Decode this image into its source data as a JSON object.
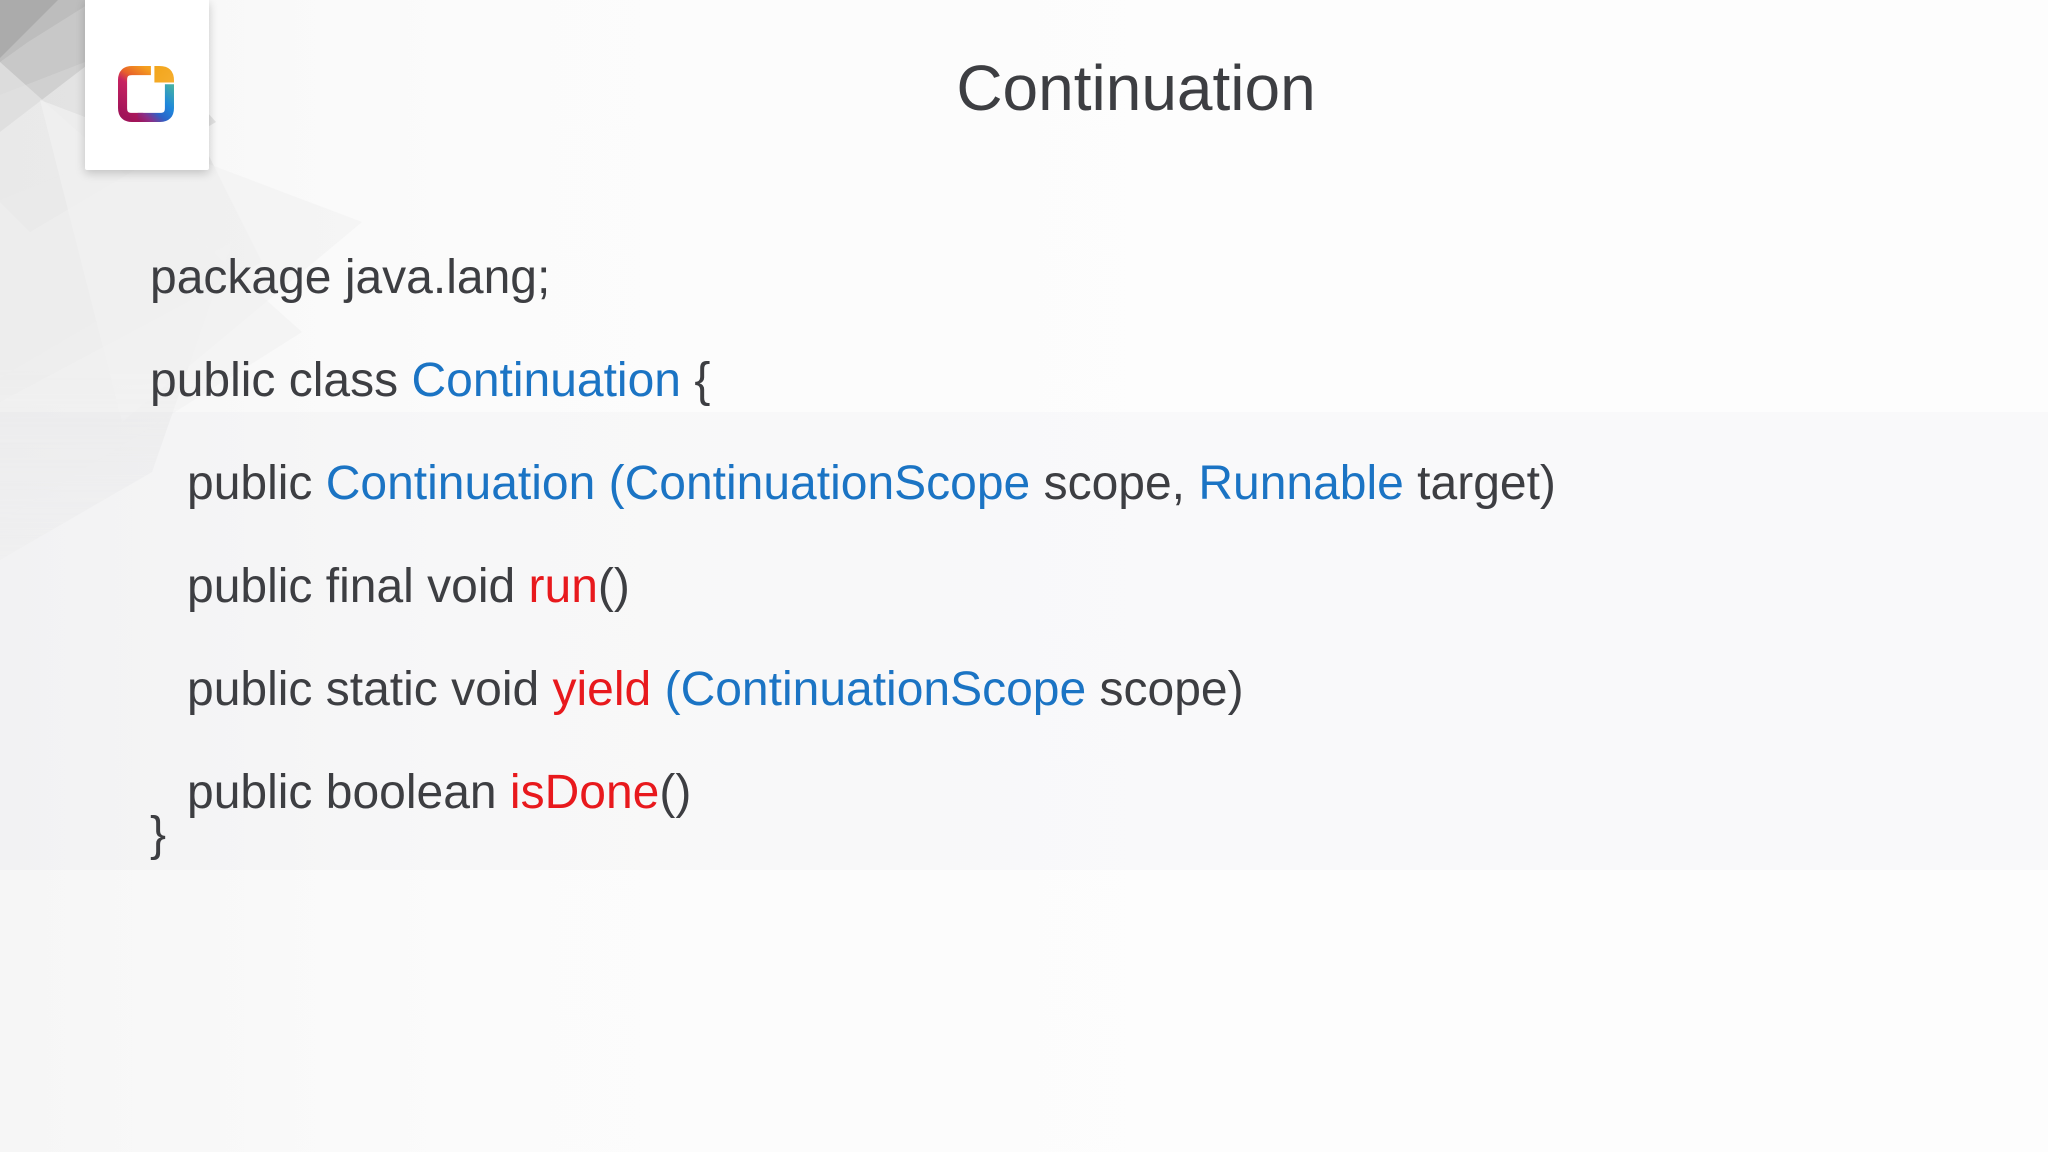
{
  "header": {
    "title": "Continuation"
  },
  "logo": {
    "name": "presentation-logo",
    "palette": {
      "orange": "#F5A01E",
      "orange_red": "#E8622A",
      "magenta": "#C72361",
      "crimson": "#A01459",
      "purple": "#8C2E86",
      "blue_dark": "#2C63C8",
      "blue": "#1E87DC",
      "teal": "#45B1A5",
      "amber": "#F2A51C",
      "amber_light": "#F6AE2E",
      "card": "#FFFFFF"
    }
  },
  "theme": {
    "text_dark": "#3D3E42",
    "keyword_blue": "#1B74C4",
    "method_red": "#E8191D",
    "background": "#FCFCFD",
    "facet_gray": "#ABABAB"
  },
  "code": {
    "lines": [
      {
        "indent": 0,
        "segments": [
          {
            "t": "package java.lang;",
            "c": "dark"
          }
        ]
      },
      {
        "indent": 0,
        "segments": [
          {
            "t": "public class ",
            "c": "dark"
          },
          {
            "t": "Continuation",
            "c": "blue"
          },
          {
            "t": " {",
            "c": "dark"
          }
        ]
      },
      {
        "indent": 1,
        "segments": [
          {
            "t": "public ",
            "c": "dark"
          },
          {
            "t": "Continuation",
            "c": "blue"
          },
          {
            "t": " ",
            "c": "dark"
          },
          {
            "t": "(ContinuationScope",
            "c": "blue"
          },
          {
            "t": " scope, ",
            "c": "dark"
          },
          {
            "t": "Runnable",
            "c": "blue"
          },
          {
            "t": " target)",
            "c": "dark"
          }
        ]
      },
      {
        "indent": 1,
        "segments": [
          {
            "t": "public final void ",
            "c": "dark"
          },
          {
            "t": "run",
            "c": "red"
          },
          {
            "t": "()",
            "c": "dark"
          }
        ]
      },
      {
        "indent": 1,
        "segments": [
          {
            "t": "public static void ",
            "c": "dark"
          },
          {
            "t": "yield",
            "c": "red"
          },
          {
            "t": " ",
            "c": "dark"
          },
          {
            "t": "(ContinuationScope",
            "c": "blue"
          },
          {
            "t": " scope)",
            "c": "dark"
          }
        ]
      },
      {
        "indent": 1,
        "segments": [
          {
            "t": "public boolean ",
            "c": "dark"
          },
          {
            "t": "isDone",
            "c": "red"
          },
          {
            "t": "()",
            "c": "dark"
          }
        ]
      },
      {
        "indent": 0,
        "segments": [
          {
            "t": "}",
            "c": "dark"
          }
        ]
      }
    ]
  }
}
